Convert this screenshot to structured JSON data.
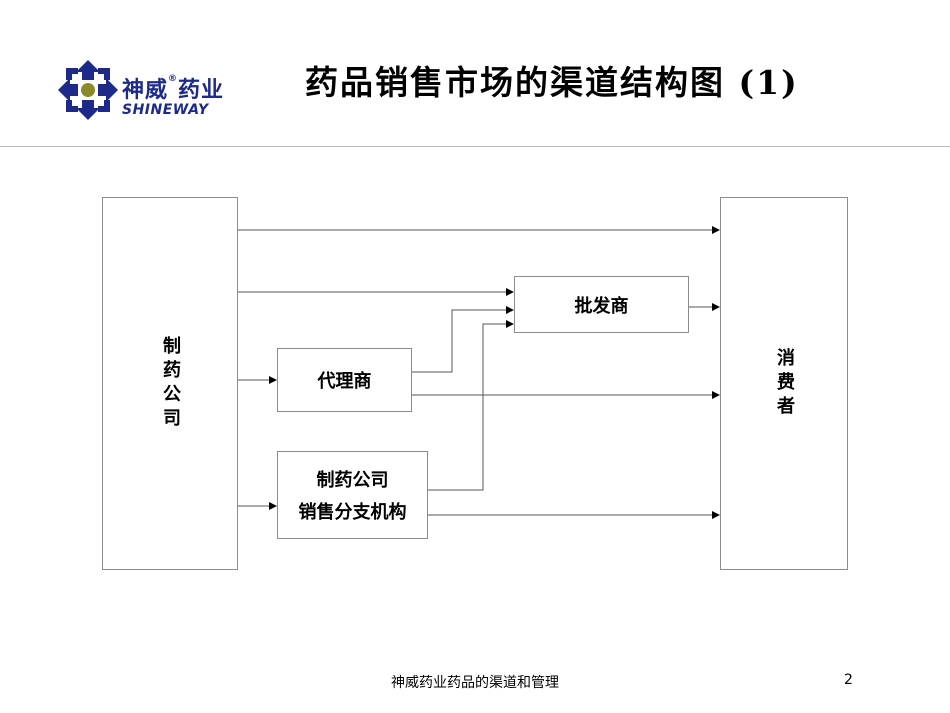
{
  "logo": {
    "name_cn": "神威",
    "registered": "®",
    "name_cn_2": "药业",
    "name_en": "SHINEWAY",
    "brand_color": "#1d2a8a",
    "accent_color": "#8a8a2a"
  },
  "title": "药品销售市场的渠道结构图 (1)",
  "diagram": {
    "manufacturer": "制药公司",
    "consumer": "消费者",
    "wholesaler": "批发商",
    "agent": "代理商",
    "branch_line1": "制药公司",
    "branch_line2": "销售分支机构"
  },
  "footer": {
    "text": "神威药业药品的渠道和管理",
    "page_number": "2"
  }
}
